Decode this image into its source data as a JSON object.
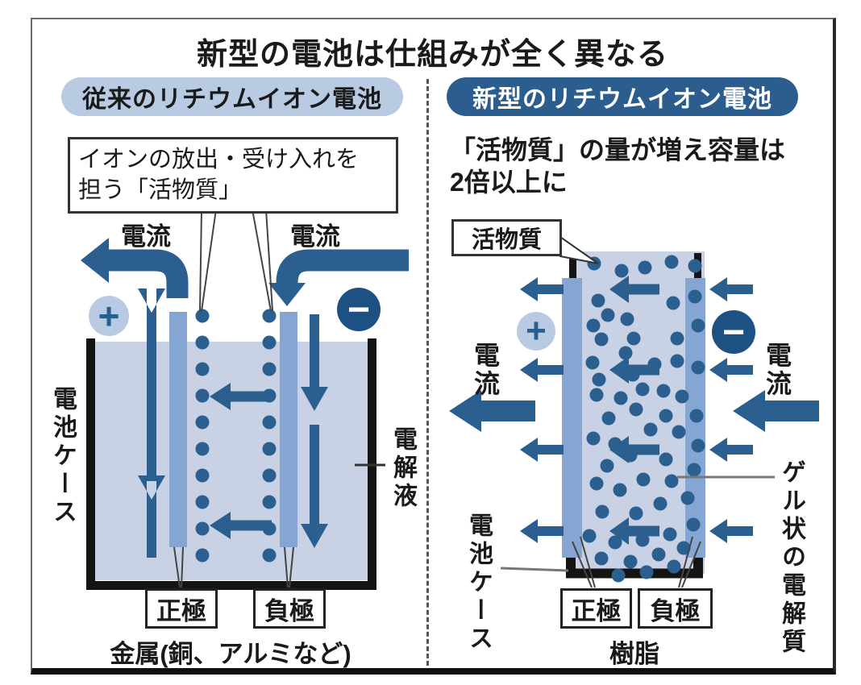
{
  "title": "新型の電池は仕組みが全く異なる",
  "colors": {
    "accent_blue": "#2b5f90",
    "dark_badge_blue": "#2b5d8e",
    "light_blue": "#b9cbe2",
    "electrolyte_fill": "#c8d2e4",
    "electrode_blue": "#85a6d3",
    "case_black": "#141414"
  },
  "left": {
    "badge": "従来のリチウムイオン電池",
    "note_line1": "イオンの放出・受け入れを",
    "note_line2": "担う「活物質」",
    "current_out": "電流",
    "current_in": "電流",
    "plus_sign": "+",
    "minus_sign": "−",
    "case_label": "電池ケース",
    "electrolyte_label": "電解液",
    "positive": "正極",
    "negative": "負極",
    "caption": "金属(銅、アルミなど)"
  },
  "right": {
    "badge": "新型のリチウムイオン電池",
    "heading_line1": "「活物質」の量が増え容量は",
    "heading_line2": "2倍以上に",
    "active_material": "活物質",
    "current_out": "電流",
    "current_in": "電流",
    "plus_sign": "+",
    "minus_sign": "−",
    "case_label": "電池ケース",
    "gel_label": "ゲル状の電解質",
    "positive": "正極",
    "negative": "負極",
    "caption": "樹脂"
  }
}
